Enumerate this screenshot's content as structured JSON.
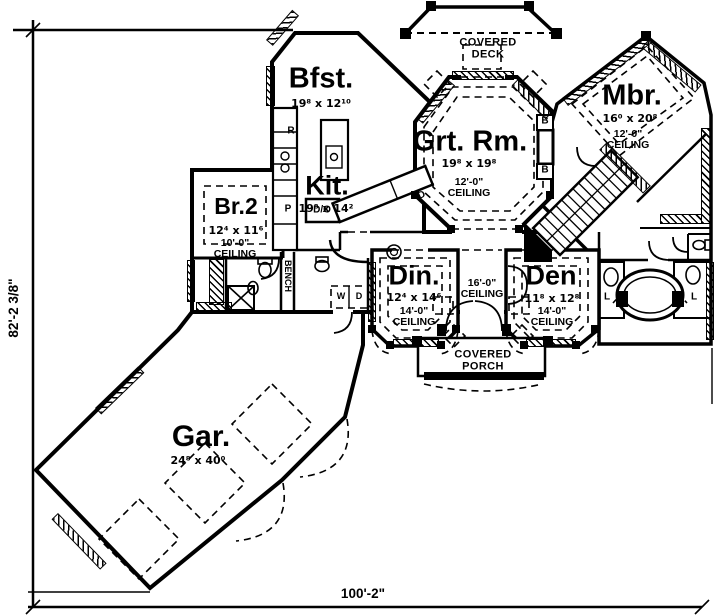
{
  "plan": {
    "dimensions": {
      "left": "82'-2 3/8\"",
      "bottom": "100'-2\""
    },
    "rooms": {
      "bfst": {
        "name": "Bfst.",
        "dims": "19⁸ x 12¹⁰"
      },
      "kit": {
        "name": "Kit.",
        "dims": "19⁸ x 14²"
      },
      "br2": {
        "name": "Br.2",
        "dims": "12⁴ x 11⁶",
        "ceiling": "10'-0\"\nCEILING"
      },
      "grt": {
        "name": "Grt. Rm.",
        "dims": "19⁸ x 19⁸",
        "ceiling": "12'-0\"\nCEILING"
      },
      "mbr": {
        "name": "Mbr.",
        "dims": "16⁰ x 20⁸",
        "ceiling": "12'-0\"\nCEILING"
      },
      "din": {
        "name": "Din.",
        "dims": "12⁴ x 14⁶",
        "ceiling": "14'-0\"\nCEILING"
      },
      "den": {
        "name": "Den",
        "dims": "11⁸ x 12⁸",
        "ceiling": "14'-0\"\nCEILING"
      },
      "foyer": {
        "ceiling": "16'-0\"\nCEILING"
      },
      "gar": {
        "name": "Gar.",
        "dims": "24⁸ x 40⁰"
      },
      "deck": {
        "name": "COVERED\nDECK"
      },
      "porch": {
        "name": "COVERED\nPORCH"
      }
    },
    "fixtures": {
      "refrigerator": "R",
      "pantry": "P",
      "double_oven": "D/O",
      "dishwasher": "D",
      "builtin_top": "B",
      "builtin_bottom": "B",
      "bench": "BENCH",
      "washer": "W",
      "dryer": "D",
      "linen_left": "L",
      "linen_right": "L"
    }
  }
}
